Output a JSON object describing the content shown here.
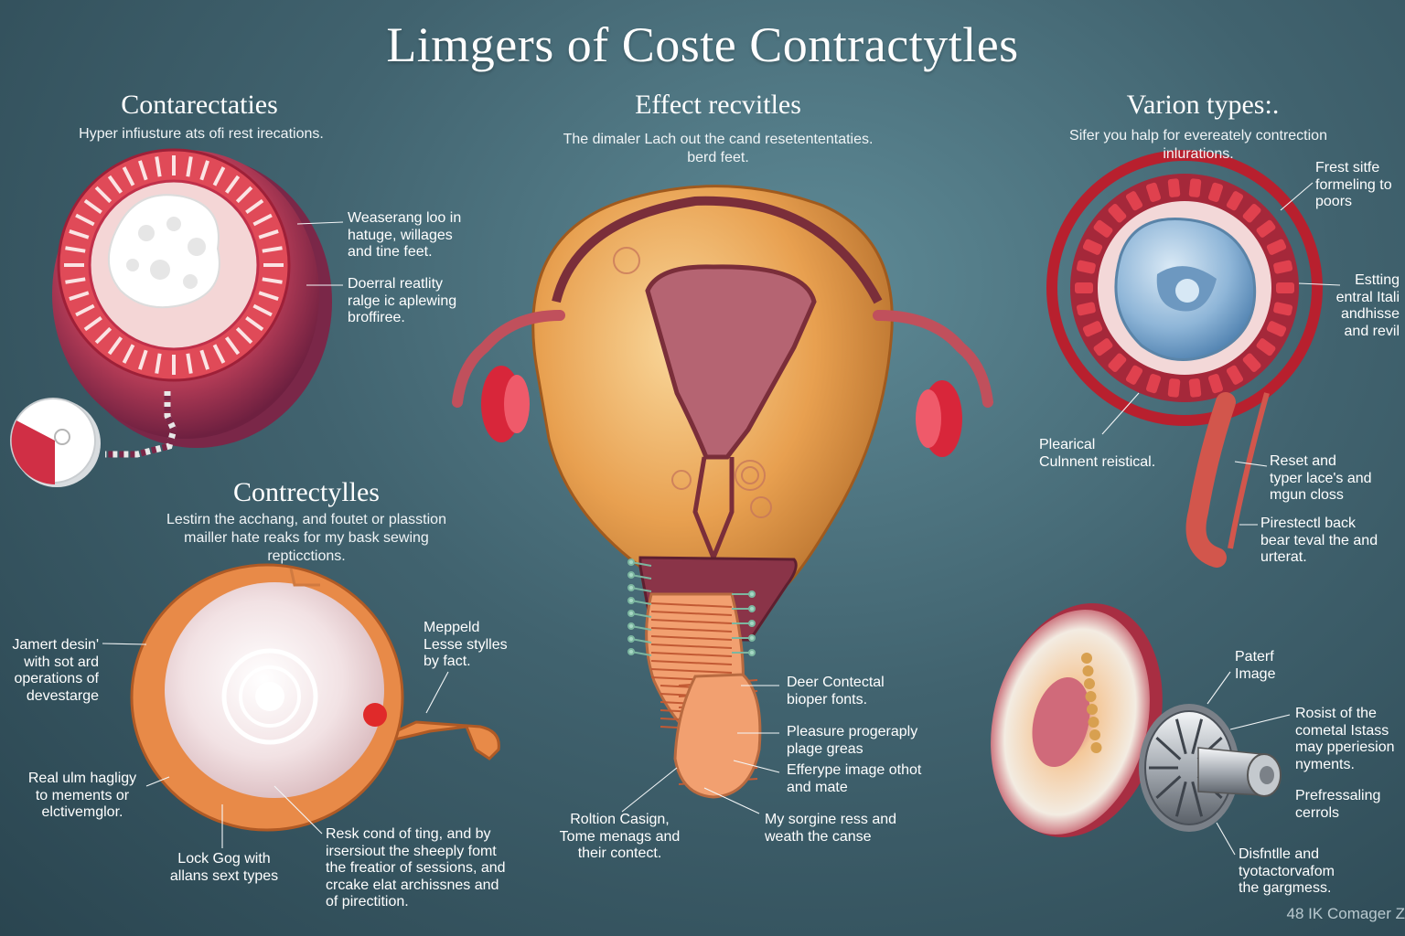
{
  "title": "Limgers of Coste Contractytles",
  "sections": {
    "top_left": {
      "heading": "Contarectaties",
      "subtitle": "Hyper infiusture    ats ofi rest irecations.",
      "labels": [
        "Weaserang loo in\nhatuge, willages\nand tine feet.",
        "Doerral reatlity\nralge ic aplewing\nbroffiree."
      ]
    },
    "center": {
      "heading": "Effect recvitles",
      "subtitle": "The dimaler Lach out the cand resetententaties.\nberd feet.",
      "labels": [
        "Deer Contectal\nbioper fonts.",
        "Pleasure progeraply\nplage greas",
        "Efferype image othot\nand mate",
        "My sorgine ress and\nweath the canse",
        "Roltion Casign,\nTome menags and\ntheir contect."
      ]
    },
    "top_right": {
      "heading": "Varion types:.",
      "subtitle": "Sifer you halp for evereately contrection\ninlurations.",
      "labels": [
        "Frest sitfe\nformeling to\npoors",
        "Estting\nentral Itali\nandhisse\nand revil",
        "Plearical\nCulnnent reistical.",
        "Reset and\ntyper lace's and\nmgun closs",
        "Pirestectl back\nbear teval the and\nurterat."
      ]
    },
    "bottom_left": {
      "heading": "Contrectylles",
      "subtitle": "Lestirn the acchang, and foutet or plasstion\nmailler hate reaks for my bask sewing\nrepticctions.",
      "labels": [
        "Jamert desin'\nwith sot ard\noperations of\ndevestarge",
        "Meppeld\nLesse stylles\nby fact.",
        "Real ulm hagligy\nto mements or\nelctivemglor.",
        "Lock Gog with\nallans sext types",
        "Resk cond of ting, and by\nirsersiout the sheeply fomt\nthe freatior of sessions, and\ncrcake elat archissnes and\nof pirectition."
      ]
    },
    "bottom_right": {
      "labels": [
        "Paterf\nImage",
        "Rosist of the\ncometal Istass\nmay pperiesion\nnyments.",
        "Prefressaling\ncerrols",
        "Disfntlle and\ntyotactorvafom\nthe gargmess."
      ]
    }
  },
  "footer": "48 IK Comager Z",
  "colors": {
    "background": "#41636f",
    "ring_red": "#c8283a",
    "uterus_gold": "#e8a050",
    "cup_orange": "#e88a48",
    "kidney_blue": "#8fb6d8"
  }
}
